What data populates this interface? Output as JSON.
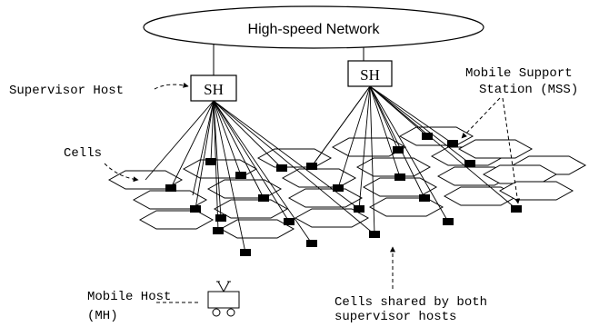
{
  "network": {
    "label": "High-speed Network"
  },
  "hosts": [
    {
      "label": "SH"
    },
    {
      "label": "SH"
    }
  ],
  "labels": {
    "supervisor_host": "Supervisor Host",
    "mss_line1": "Mobile Support",
    "mss_line2": "Station (MSS)",
    "cells": "Cells",
    "mobile_host_line1": "Mobile Host",
    "mobile_host_line2": "(MH)",
    "shared_line1": "Cells shared by both",
    "shared_line2": "supervisor hosts"
  },
  "colors": {
    "ink": "#000000",
    "paper": "#ffffff"
  }
}
